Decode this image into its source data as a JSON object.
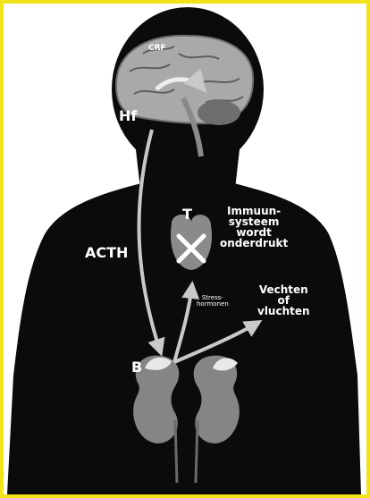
{
  "colors": {
    "border": "#f2e21a",
    "background": "#ffffff",
    "silhouette": "#0b0b0b",
    "brain": "#a9a9a9",
    "organ": "#8a8a8a",
    "arrow": "#c9c9c9",
    "label": "#ffffff"
  },
  "labels": {
    "cre": "CRF",
    "hf": "Hf",
    "t": "T",
    "acth": "ACTH",
    "b": "B",
    "immune": "Immuun-\nsysteem\nwordt\nonderdrukt",
    "stress": "Stress-\nhormonen",
    "fight": "Vechten\nof\nvluchten"
  },
  "icons": [
    "brain-icon",
    "thymus-icon",
    "cross-icon",
    "kidney-icon",
    "adrenal-icon"
  ]
}
